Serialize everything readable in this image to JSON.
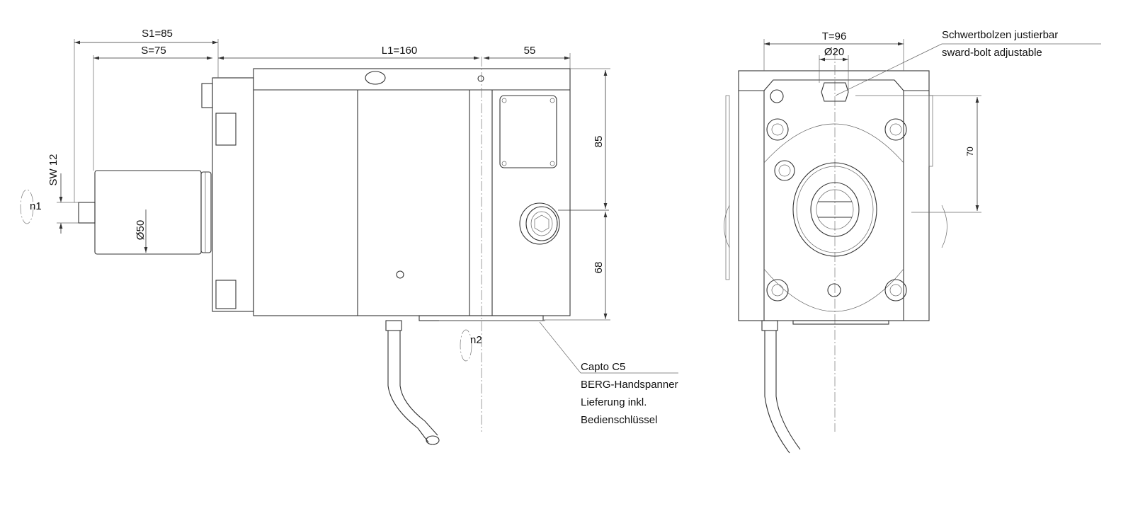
{
  "side_view": {
    "dim_s1": "S1=85",
    "dim_s": "S=75",
    "dim_l1": "L1=160",
    "dim_55": "55",
    "dim_85": "85",
    "dim_68": "68",
    "dim_sw": "SW 12",
    "dim_d50": "Ø50",
    "rot_n1": "n1",
    "rot_n2": "n2",
    "callout": [
      "Capto C5",
      "BERG-Handspanner",
      "Lieferung inkl.",
      "Bedienschlüssel"
    ]
  },
  "front_view": {
    "dim_t": "T=96",
    "dim_d20": "Ø20",
    "dim_70": "70",
    "callout": [
      "Schwertbolzen justierbar",
      "sward-bolt adjustable"
    ]
  }
}
